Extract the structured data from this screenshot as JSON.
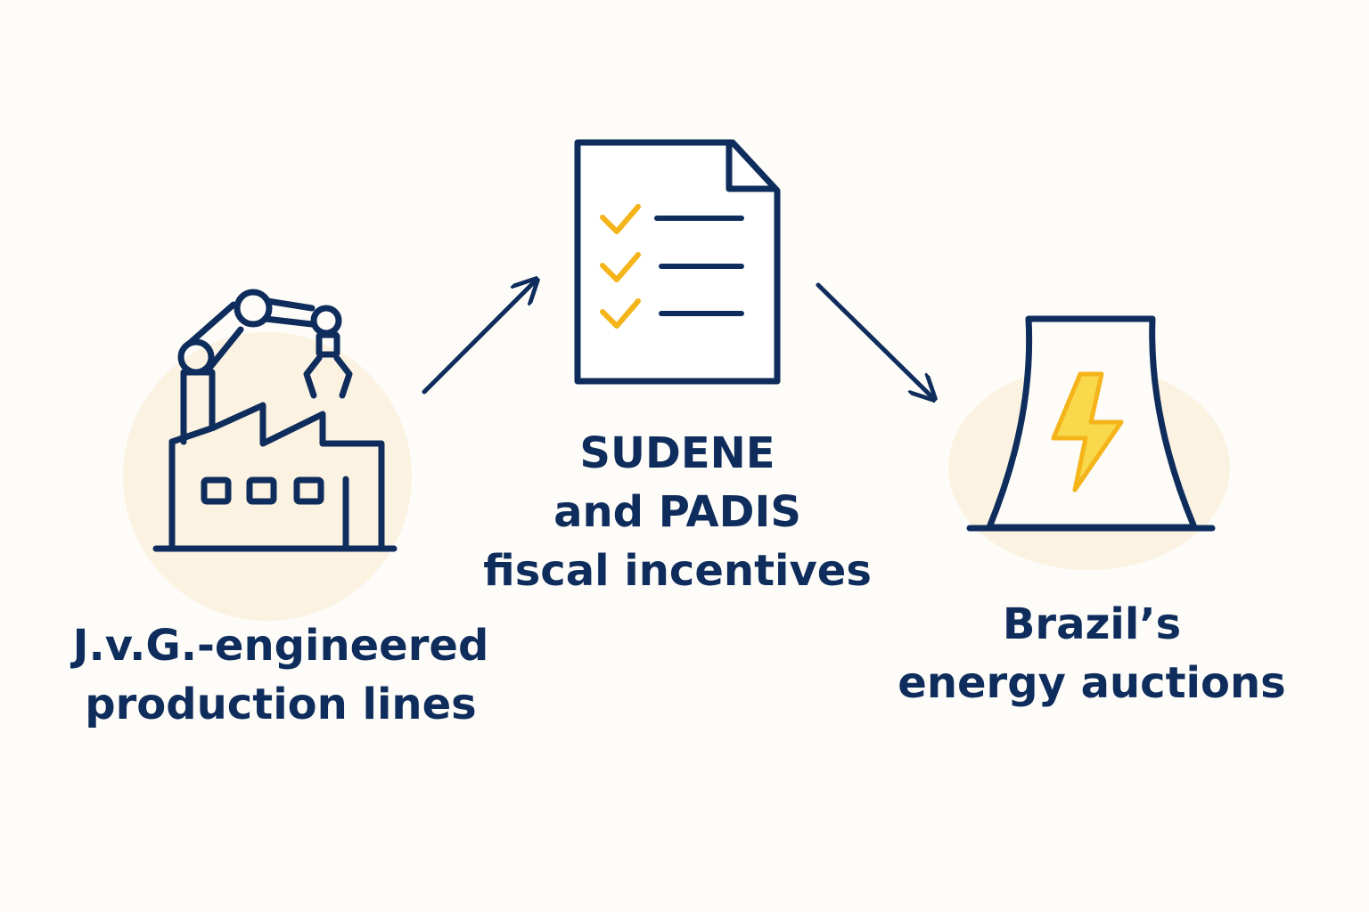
{
  "colors": {
    "background": "#fdfcf8",
    "ink": "#0f2d5c",
    "accent": "#f4b41a",
    "halo": "#fbf2e2"
  },
  "nodes": [
    {
      "id": "factory",
      "icon": "robotic-factory-icon",
      "label_lines": [
        "J.v.G.-engineered",
        "production lines"
      ]
    },
    {
      "id": "incentives",
      "icon": "checklist-document-icon",
      "label_lines": [
        "SUDENE",
        "and PADIS",
        "fiscal incentives"
      ]
    },
    {
      "id": "energy",
      "icon": "power-plant-lightning-icon",
      "label_lines": [
        "Brazil’s",
        "energy auctions"
      ]
    }
  ],
  "edges": [
    {
      "from": "factory",
      "to": "incentives"
    },
    {
      "from": "incentives",
      "to": "energy"
    }
  ]
}
